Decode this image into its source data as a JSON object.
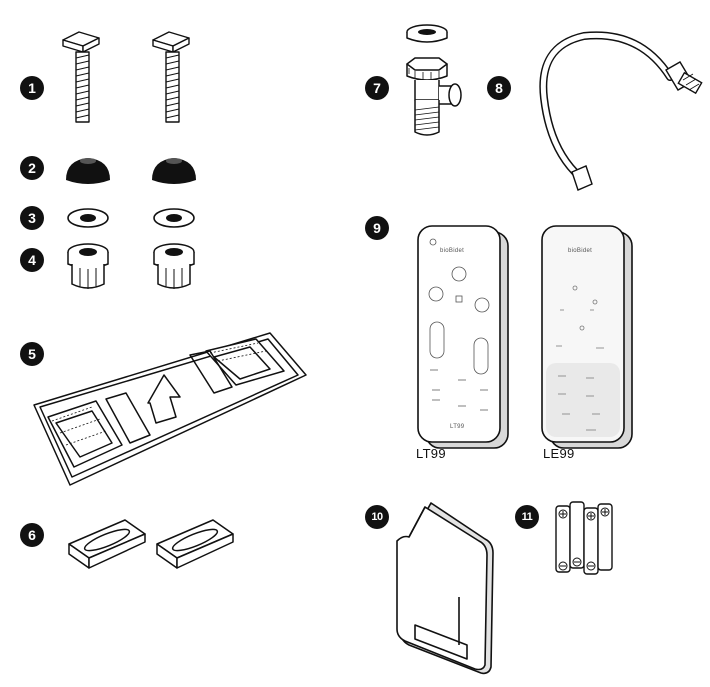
{
  "parts": [
    {
      "number": "1",
      "icon": "bolt-icon"
    },
    {
      "number": "2",
      "icon": "rubber-cap-icon"
    },
    {
      "number": "3",
      "icon": "washer-icon"
    },
    {
      "number": "4",
      "icon": "nut-icon"
    },
    {
      "number": "5",
      "icon": "mounting-plate-icon"
    },
    {
      "number": "6",
      "icon": "slotted-bracket-icon"
    },
    {
      "number": "7",
      "icon": "t-valve-icon"
    },
    {
      "number": "8",
      "icon": "water-hose-icon"
    },
    {
      "number": "9",
      "icon": "remote-control-icon"
    },
    {
      "number": "10",
      "icon": "remote-holder-icon"
    },
    {
      "number": "11",
      "icon": "battery-icon"
    }
  ],
  "remotes": {
    "lt99": {
      "model": "LT99",
      "brand": "bioBidet",
      "back_label": "LT99"
    },
    "le99": {
      "model": "LE99",
      "brand": "bioBidet"
    }
  },
  "colors": {
    "ink": "#111111",
    "light_gray": "#d8d8d8",
    "panel": "#f3f3f3"
  }
}
